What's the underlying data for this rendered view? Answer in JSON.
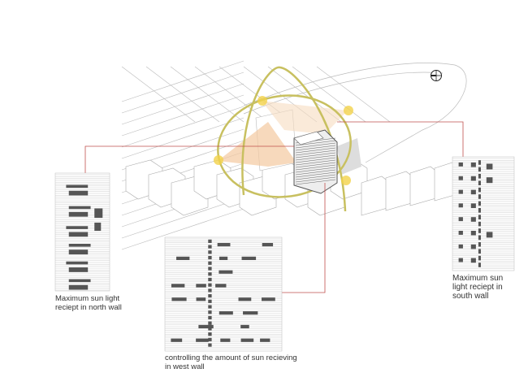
{
  "labels": {
    "north": "Maximum sun light reciept in north wall",
    "west": "controlling the amount of sun recieving in west wall",
    "south": "Maximum sun light reciept in south wall"
  },
  "icons": {
    "compass": "north-arrow-icon"
  },
  "colors": {
    "leader_line": "#c0504d",
    "sun_path": "#c8c060",
    "sun_point": "#f2d24a",
    "sun_wedge": "#f3c9a0",
    "linework": "#b8b8b8"
  }
}
